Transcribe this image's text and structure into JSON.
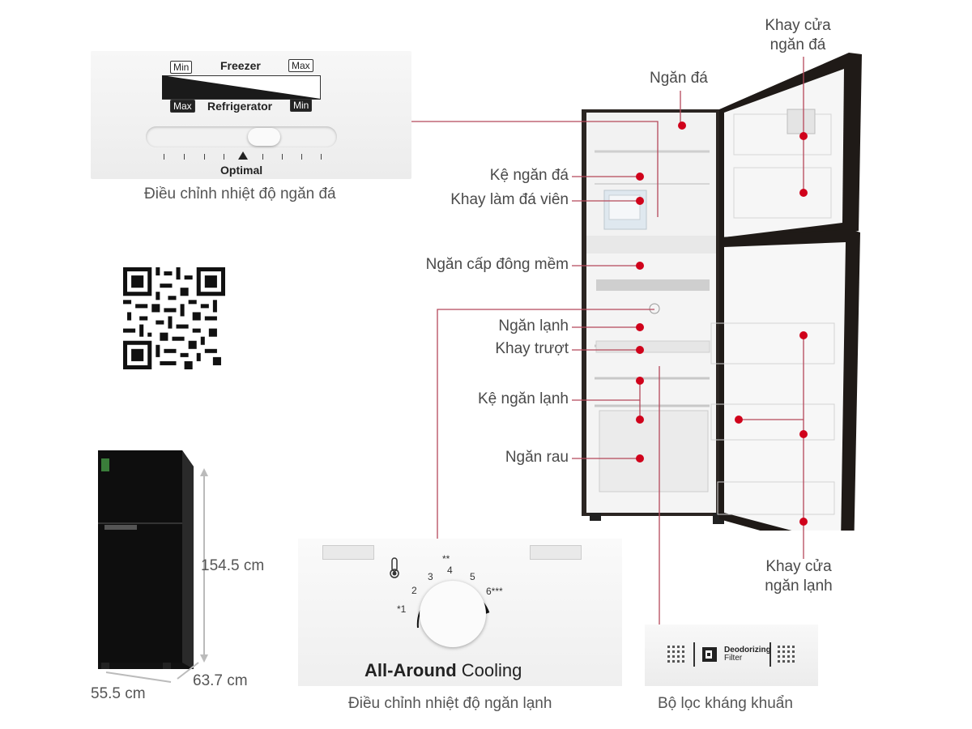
{
  "colors": {
    "accent": "#c1121f",
    "line": "#b5485a",
    "body": "#1a1a1a",
    "interior": "#f3f3f3"
  },
  "freezer_panel": {
    "min_top": "Min",
    "freezer": "Freezer",
    "max_top": "Max",
    "max_bottom": "Max",
    "refrigerator": "Refrigerator",
    "min_bottom": "Min",
    "optimal": "Optimal",
    "caption": "Điều chỉnh nhiệt độ ngăn đá"
  },
  "callouts": {
    "freezer_door_tray": "Khay cửa ngăn đá",
    "freezer_door_tray_l1": "Khay cửa",
    "freezer_door_tray_l2": "ngăn đá",
    "freezer": "Ngăn đá",
    "freezer_shelf": "Kệ ngăn đá",
    "ice_tray": "Khay làm đá viên",
    "soft_freeze": "Ngăn cấp đông mềm",
    "fridge": "Ngăn lạnh",
    "slide_tray": "Khay trượt",
    "fridge_shelf": "Kệ ngăn lạnh",
    "vegetable": "Ngăn rau",
    "fridge_door_tray_l1": "Khay cửa",
    "fridge_door_tray_l2": "ngăn lạnh"
  },
  "dimensions": {
    "height": "154.5 cm",
    "width": "55.5 cm",
    "depth": "63.7 cm"
  },
  "cooling_panel": {
    "dial_marks": [
      "*1",
      "2",
      "3",
      "4",
      "5",
      "6***"
    ],
    "stars_top": "**",
    "title_bold": "All-Around",
    "title_rest": " Cooling",
    "caption": "Điều chỉnh nhiệt độ ngăn lạnh"
  },
  "filter_panel": {
    "line1": "Deodorizing",
    "line2": "Filter",
    "caption": "Bộ lọc kháng khuẩn"
  }
}
